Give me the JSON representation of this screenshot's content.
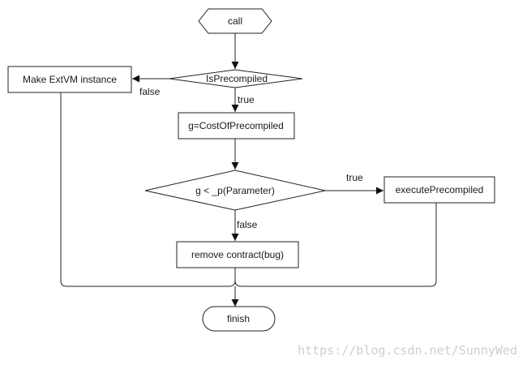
{
  "diagram": {
    "nodes": {
      "call": "call",
      "is_precompiled": "IsPrecompiled",
      "make_extvm": "Make ExtVM instance",
      "cost": "g=CostOfPrecompiled",
      "compare": "g < _p(Parameter)",
      "execute": "executePrecompiled",
      "remove": "remove contract(bug)",
      "finish": "finish"
    },
    "edge_labels": {
      "precompiled_false": "false",
      "precompiled_true": "true",
      "compare_true": "true",
      "compare_false": "false"
    }
  },
  "watermark": "https://blog.csdn.net/SunnyWed"
}
